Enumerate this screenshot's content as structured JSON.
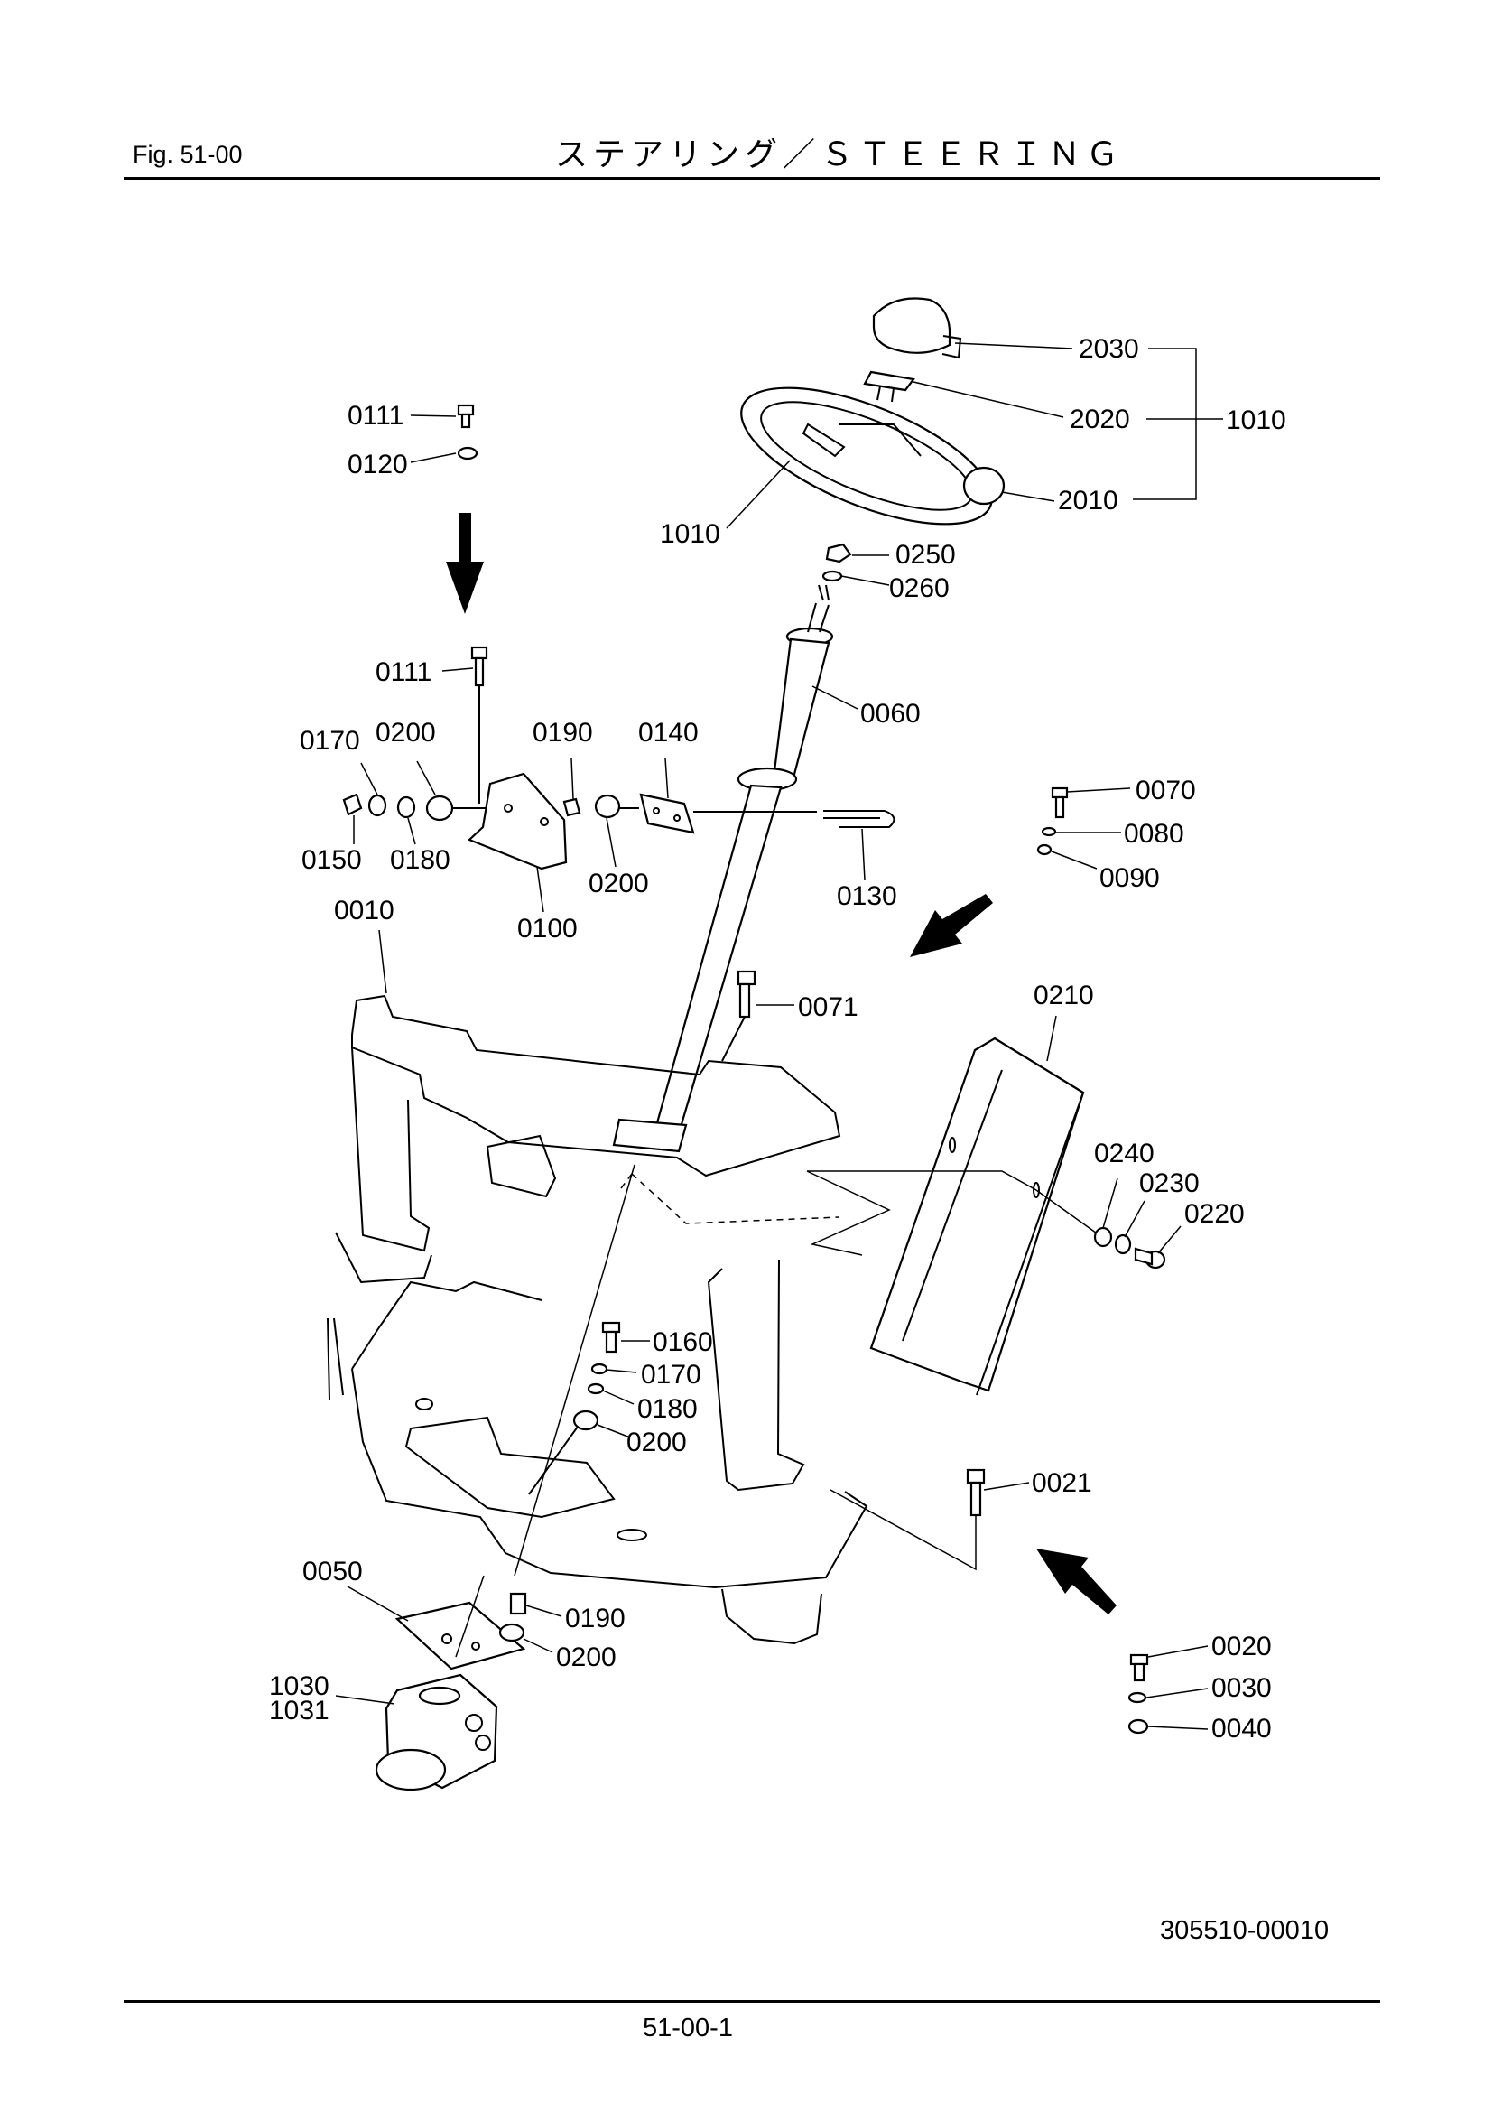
{
  "header": {
    "fig_number": "Fig.  51-00",
    "title": "ステアリング／ＳＴＥＥＲＩＮＧ"
  },
  "footer": {
    "drawing_number": "305510-00010",
    "page_number": "51-00-1"
  },
  "callouts": {
    "c2030": "2030",
    "c2020": "2020",
    "c2010": "2010",
    "c1010_group": "1010",
    "c1010_wheel": "1010",
    "c0111_top": "0111",
    "c0120": "0120",
    "c0250": "0250",
    "c0260": "0260",
    "c0060": "0060",
    "c0111_mid": "0111",
    "c0170_left": "0170",
    "c0200_left": "0200",
    "c0190_top": "0190",
    "c0140": "0140",
    "c0150": "0150",
    "c0180_left": "0180",
    "c0200_mid": "0200",
    "c0100": "0100",
    "c0130": "0130",
    "c0070": "0070",
    "c0080": "0080",
    "c0090": "0090",
    "c0010": "0010",
    "c0071": "0071",
    "c0210": "0210",
    "c0240": "0240",
    "c0230": "0230",
    "c0220": "0220",
    "c0160": "0160",
    "c0170_low": "0170",
    "c0180_low": "0180",
    "c0200_low": "0200",
    "c0021": "0021",
    "c0050": "0050",
    "c0190_low": "0190",
    "c0200_bottom": "0200",
    "c1030": "1030",
    "c1031": "1031",
    "c0020": "0020",
    "c0030": "0030",
    "c0040": "0040"
  },
  "icons": [
    "arrow-down-icon",
    "arrow-down-left-icon",
    "arrow-up-left-icon"
  ]
}
